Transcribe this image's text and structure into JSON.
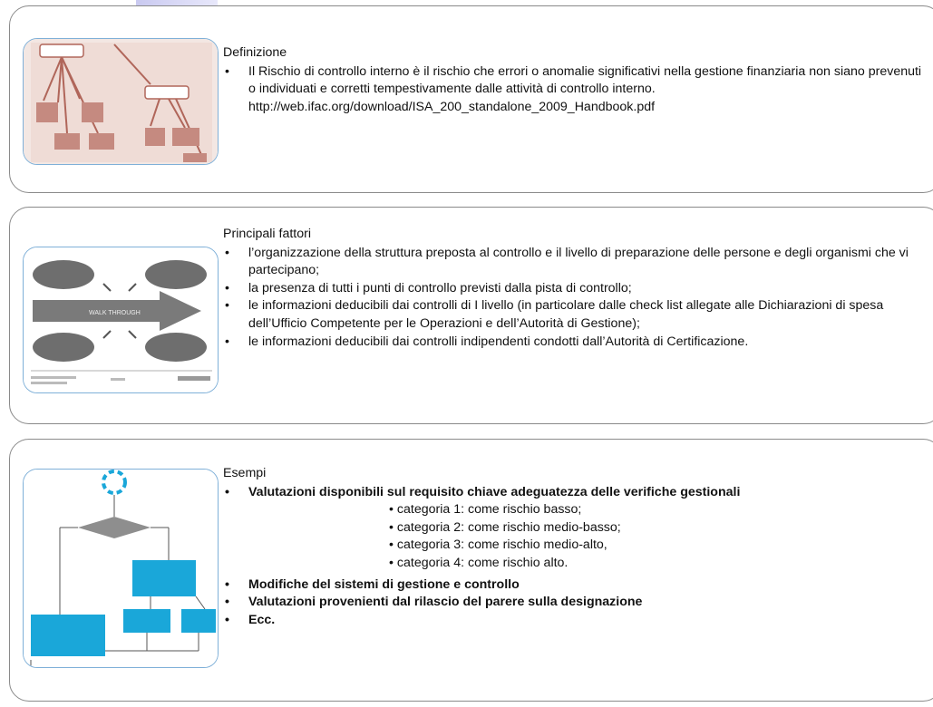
{
  "panel1": {
    "heading": "Definizione",
    "bullets": [
      "Il Rischio di controllo interno è il rischio che errori o anomalie significativi nella gestione finanziaria non siano prevenuti o individuati e corretti tempestivamente dalle attività di controllo interno."
    ],
    "url_line": "http://web.ifac.org/download/ISA_200_standalone_2009_Handbook.pdf"
  },
  "panel2": {
    "heading": "Principali fattori",
    "bullets": [
      "l’organizzazione della struttura preposta al controllo e il livello di preparazione delle persone e degli organismi che vi partecipano;",
      "la presenza di tutti i punti di controllo previsti dalla pista di controllo;",
      "le informazioni deducibili dai controlli di I livello (in particolare dalle check list allegate alle Dichiarazioni di spesa dell’Ufficio Competente per le Operazioni e dell’Autorità di Gestione);",
      "le informazioni deducibili dai controlli indipendenti condotti dall’Autorità di Certificazione."
    ],
    "thumb_label": "WALK THROUGH"
  },
  "panel3": {
    "heading": "Esempi",
    "bullet_main": "Valutazioni disponibili sul requisito chiave adeguatezza delle verifiche gestionali",
    "categories": [
      "• categoria 1: come rischio basso;",
      "• categoria 2: come rischio medio-basso;",
      "• categoria 3: come rischio medio-alto,",
      "• categoria 4: come rischio alto."
    ],
    "bullets_after": [
      "Modifiche  del sistemi di gestione e controllo",
      "Valutazioni provenienti dal rilascio del parere sulla designazione",
      "Ecc."
    ]
  },
  "colors": {
    "panel_border": "#8a8a8a",
    "thumb_border": "#7fb0d8",
    "flow_blue": "#1aa7d9",
    "flow_grey": "#8e8e8e",
    "sketch_red": "#b0665a"
  }
}
